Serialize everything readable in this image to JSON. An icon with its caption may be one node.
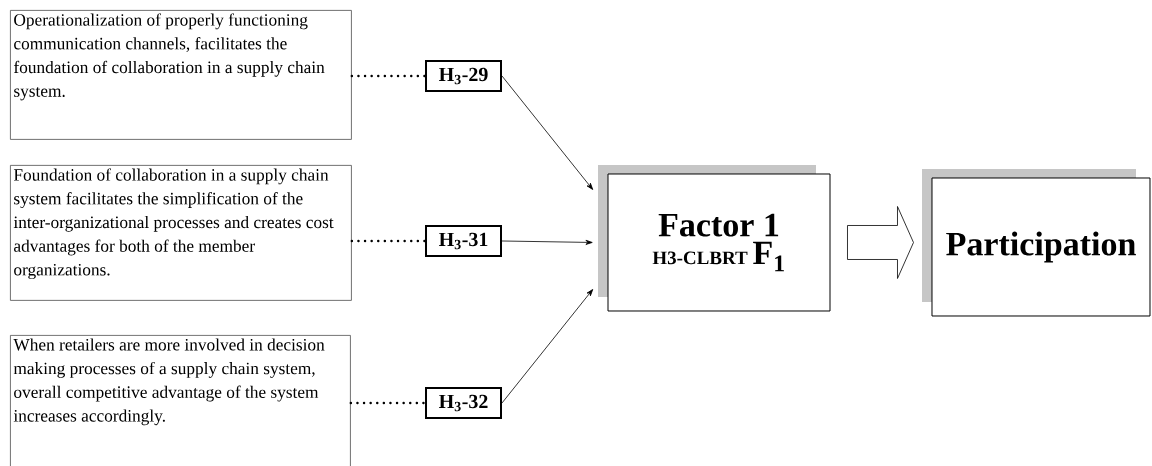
{
  "diagram": {
    "nodes": [
      {
        "text": [
          "Operationalization of properly functioning communication channels, facilitates the foundation of collaboration in a supply chain system."
        ]
      },
      {
        "text": [
          "Foundation of collaboration in a supply chain system facilitates the simplification of the inter-organizational processes and creates cost advantages for both of the member organizations."
        ]
      },
      {
        "text": [
          "When retailers are more involved in decision making processes of a supply chain system, overall competitive advantage of the system increases accordingly."
        ]
      },
      {
        "text": [
          "H$_{3}$-29"
        ]
      },
      {
        "text": [
          "H$_{3}$-31"
        ]
      },
      {
        "text": [
          "H$_{3}$-32"
        ]
      },
      {
        "text": [
          "Factor 1",
          "H3-CLBRT",
          "F$_{1}$"
        ]
      },
      {
        "text": [
          "Participation"
        ]
      }
    ],
    "edges": [
      {
        "from": 0,
        "to": 3,
        "arrow": "none",
        "style": "dashed"
      },
      {
        "from": 1,
        "to": 4,
        "arrow": "none",
        "style": "dashed"
      },
      {
        "from": 2,
        "to": 5,
        "arrow": "none",
        "style": "dashed"
      },
      {
        "from": 3,
        "to": 6,
        "arrow": "to"
      },
      {
        "from": 4,
        "to": 6,
        "arrow": "to"
      },
      {
        "from": 5,
        "to": 6,
        "arrow": "to"
      },
      {
        "from": 6,
        "to": 7,
        "arrow": "to",
        "style": "thick"
      }
    ]
  }
}
